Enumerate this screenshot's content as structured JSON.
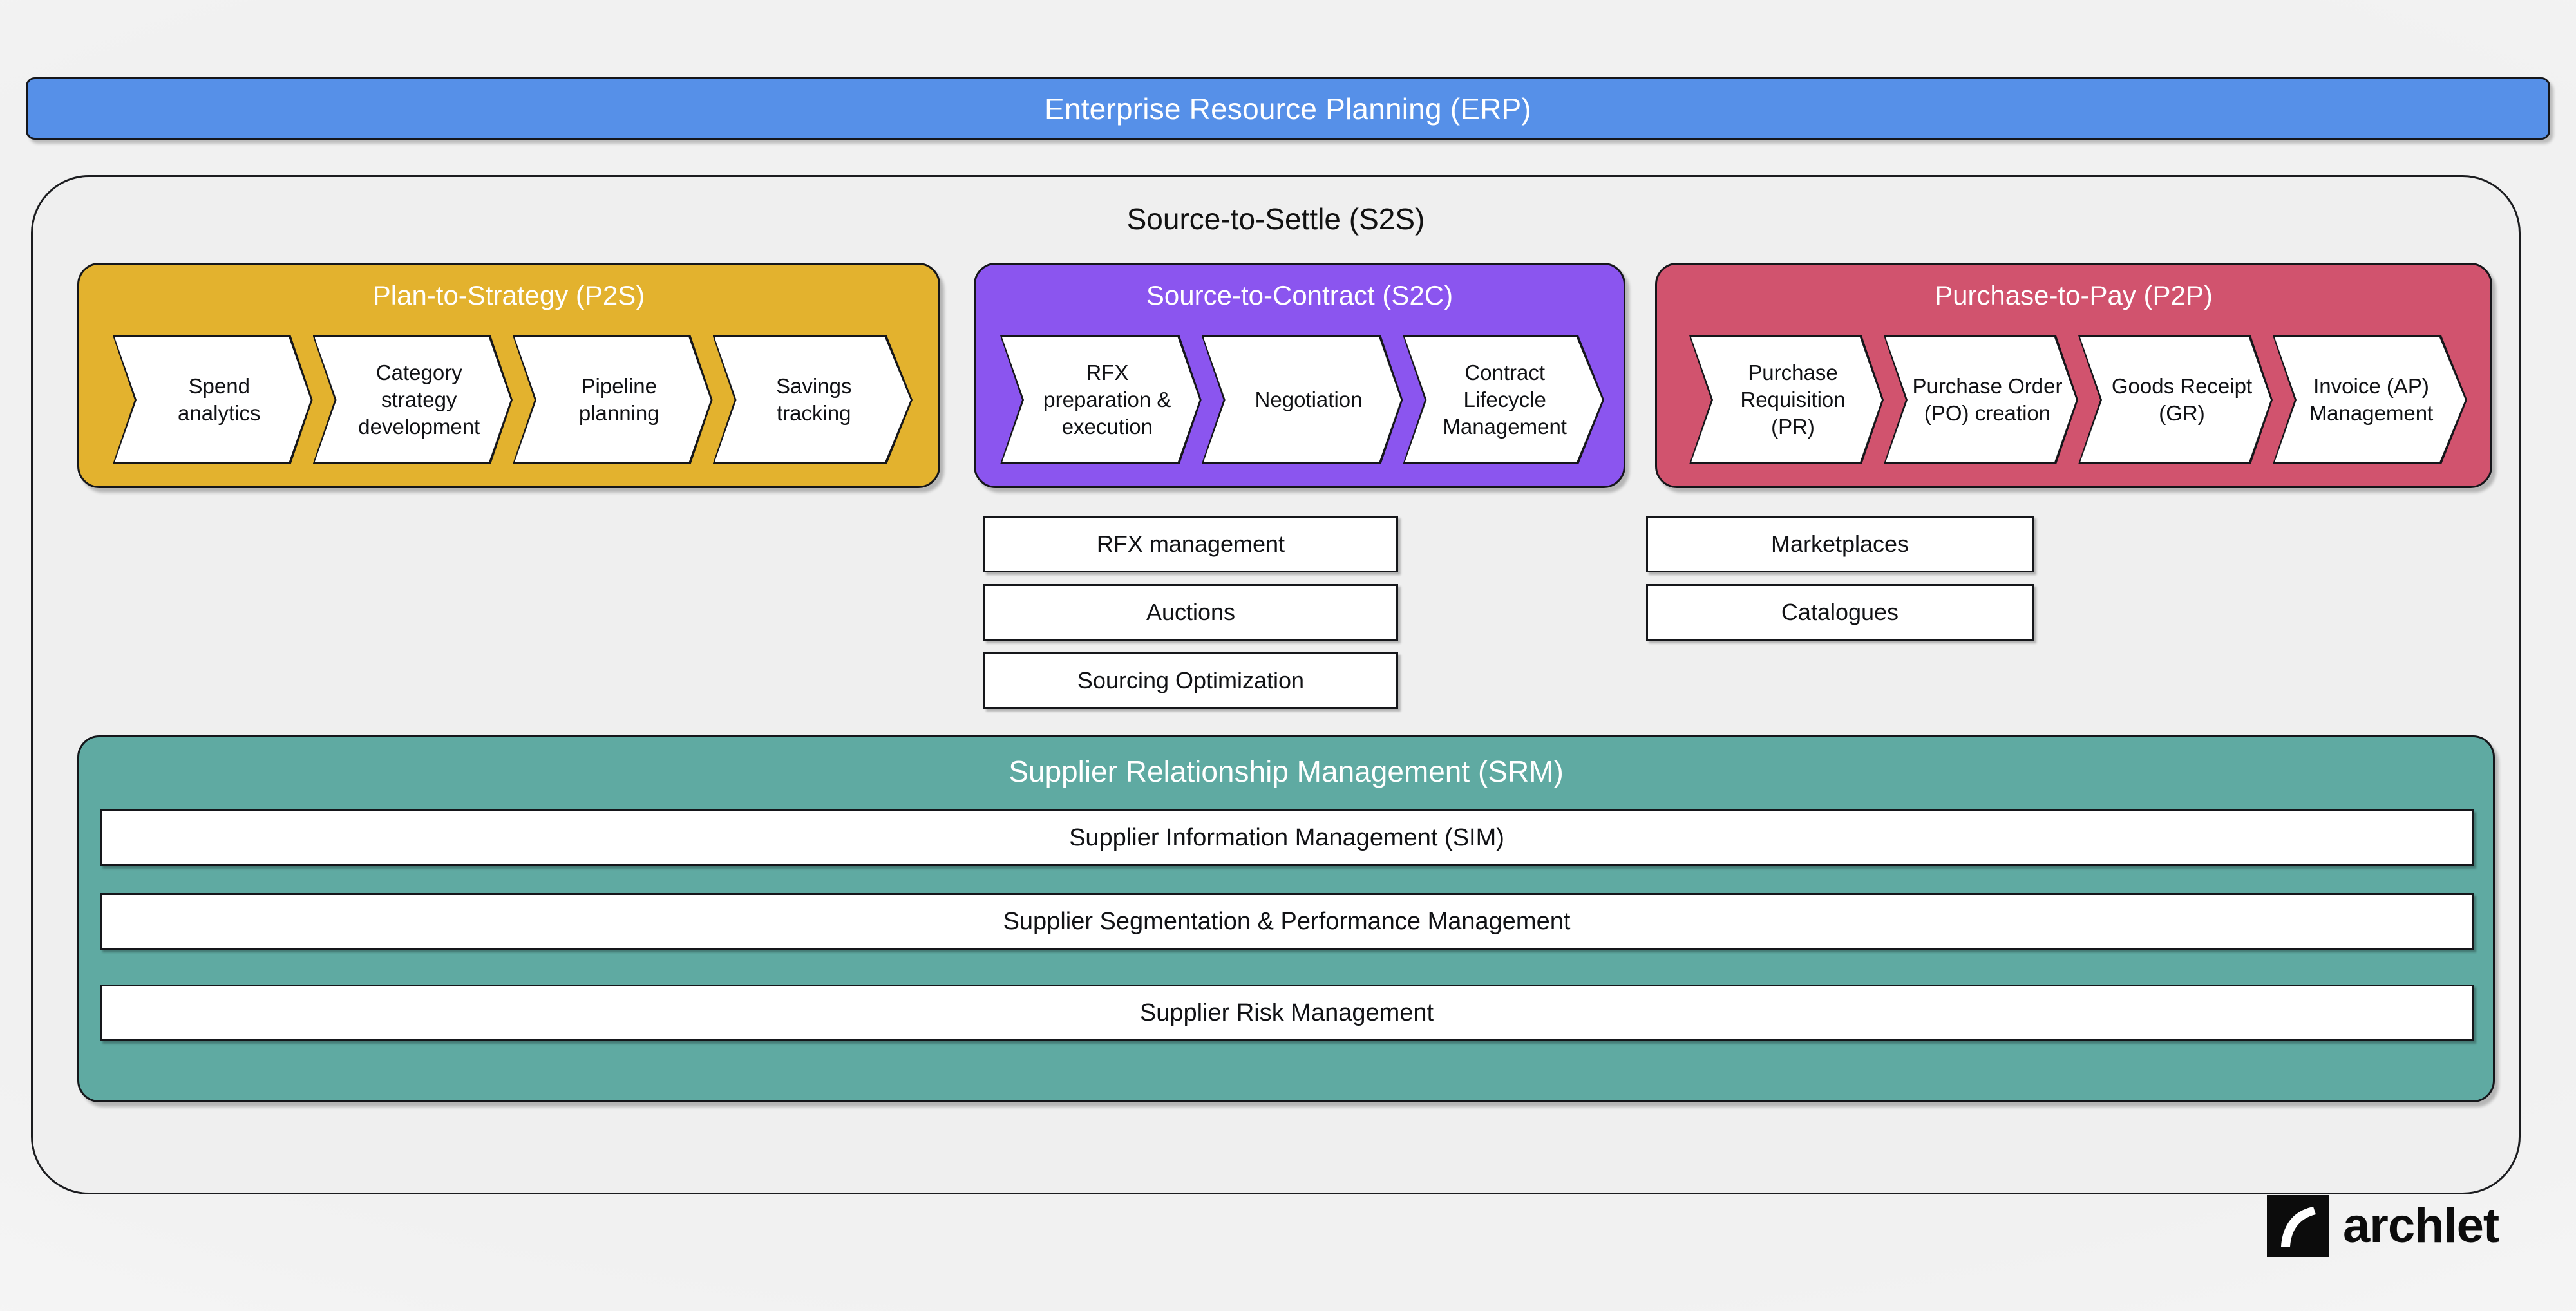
{
  "erp": {
    "title": "Enterprise Resource Planning (ERP)",
    "color": "#5690e8"
  },
  "s2s": {
    "title": "Source-to-Settle (S2S)",
    "background": "#efefef"
  },
  "groups": [
    {
      "key": "p2s",
      "title": "Plan-to-Strategy (P2S)",
      "color": "#e3b22e",
      "steps": [
        "Spend\nanalytics",
        "Category\nstrategy\ndevelopment",
        "Pipeline\nplanning",
        "Savings\ntracking"
      ],
      "subboxes": []
    },
    {
      "key": "s2c",
      "title": "Source-to-Contract (S2C)",
      "color": "#8b55ef",
      "steps": [
        "RFX\npreparation &\nexecution",
        "Negotiation",
        "Contract\nLifecycle\nManagement"
      ],
      "subboxes": [
        "RFX management",
        "Auctions",
        "Sourcing Optimization"
      ]
    },
    {
      "key": "p2p",
      "title": "Purchase-to-Pay (P2P)",
      "color": "#d1536e",
      "steps": [
        "Purchase\nRequisition\n(PR)",
        "Purchase Order\n(PO) creation",
        "Goods Receipt\n(GR)",
        "Invoice (AP)\nManagement"
      ],
      "subboxes": [
        "Marketplaces",
        "Catalogues"
      ]
    }
  ],
  "srm": {
    "title": "Supplier Relationship Management (SRM)",
    "color": "#5faaa2",
    "rows": [
      "Supplier Information Management (SIM)",
      "Supplier Segmentation & Performance Management",
      "Supplier Risk Management"
    ]
  },
  "logo": {
    "wordmark": "archlet",
    "mark_icon": "archlet-arc-icon",
    "color": "#0c0c0c"
  }
}
